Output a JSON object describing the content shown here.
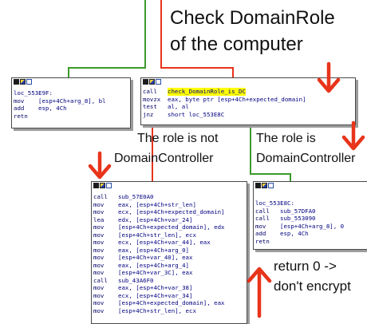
{
  "annotations": {
    "title_line1": "Check DomainRole",
    "title_line2": "of the computer",
    "not_dc_line1": "The role is not",
    "not_dc_line2": "DomainController",
    "is_dc_line1": "The role is",
    "is_dc_line2": "DomainController",
    "return_line1": "return 0 ->",
    "return_line2": "don't encrypt"
  },
  "colors": {
    "arrow": "#e8341b",
    "wire_true": "#3b9a2b",
    "wire_false": "#e8341b",
    "highlight": "#ffff00"
  },
  "block_left": {
    "label": "loc_553E9F:",
    "lines": [
      {
        "mn": "mov",
        "op": "[esp+4Ch+arg_8], bl"
      },
      {
        "mn": "add",
        "op": "esp, 4Ch"
      },
      {
        "mn": "retn",
        "op": ""
      }
    ]
  },
  "block_center": {
    "lines": [
      {
        "mn": "call",
        "op": "check_DomainRole_is_DC"
      },
      {
        "mn": "movzx",
        "op": "eax, byte ptr [esp+4Ch+expected_domain]"
      },
      {
        "mn": "test",
        "op": "al, al"
      },
      {
        "mn": "jnz",
        "op": "short loc_553E8C"
      }
    ]
  },
  "block_bottom_left": {
    "lines": [
      {
        "mn": "call",
        "op": "sub_57E0A0"
      },
      {
        "mn": "mov",
        "op": "eax, [esp+4Ch+str_len]"
      },
      {
        "mn": "mov",
        "op": "ecx, [esp+4Ch+expected_domain]"
      },
      {
        "mn": "lea",
        "op": "edx, [esp+4Ch+var_24]"
      },
      {
        "mn": "mov",
        "op": "[esp+4Ch+expected_domain], edx"
      },
      {
        "mn": "mov",
        "op": "[esp+4Ch+str_len], ecx"
      },
      {
        "mn": "mov",
        "op": "ecx, [esp+4Ch+var_44], eax"
      },
      {
        "mn": "mov",
        "op": "eax, [esp+4Ch+arg_0]"
      },
      {
        "mn": "mov",
        "op": "[esp+4Ch+var_40], eax"
      },
      {
        "mn": "mov",
        "op": "eax, [esp+4Ch+arg_4]"
      },
      {
        "mn": "mov",
        "op": "[esp+4Ch+var_3C], eax"
      },
      {
        "mn": "call",
        "op": "sub_43A6F0"
      },
      {
        "mn": "mov",
        "op": "eax, [esp+4Ch+var_38]"
      },
      {
        "mn": "mov",
        "op": "ecx, [esp+4Ch+var_34]"
      },
      {
        "mn": "mov",
        "op": "[esp+4Ch+expected_domain], eax"
      },
      {
        "mn": "mov",
        "op": "[esp+4Ch+str_len], ecx"
      }
    ]
  },
  "block_bottom_right": {
    "label": "loc_553E8C:",
    "lines": [
      {
        "mn": "call",
        "op": "sub_57DFA0"
      },
      {
        "mn": "call",
        "op": "sub_553090"
      },
      {
        "mn": "mov",
        "op": "[esp+4Ch+arg_8], 0"
      },
      {
        "mn": "add",
        "op": "esp, 4Ch"
      },
      {
        "mn": "retn",
        "op": ""
      }
    ]
  }
}
